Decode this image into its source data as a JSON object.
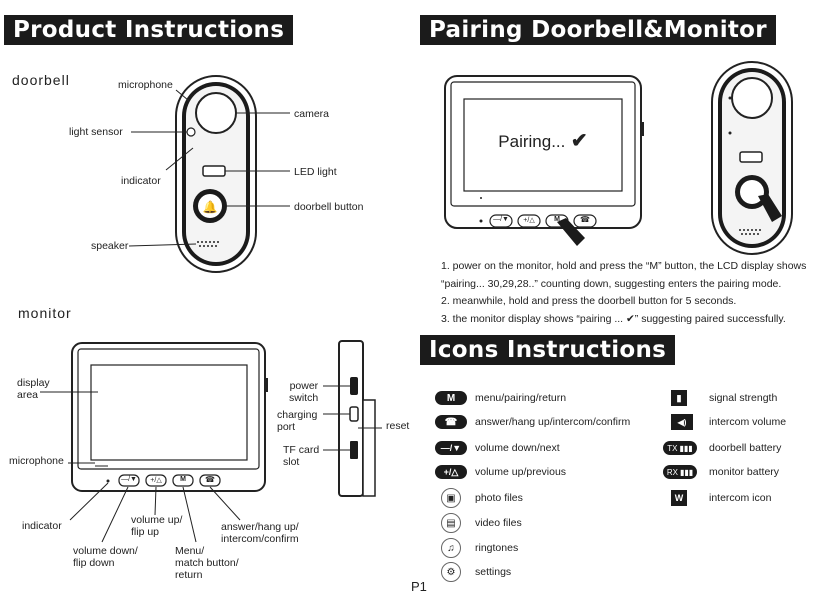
{
  "headers": {
    "product": "Product Instructions",
    "pairing": "Pairing Doorbell&Monitor",
    "icons": "Icons Instructions"
  },
  "doorbell": {
    "section": "doorbell",
    "labels": {
      "microphone": "microphone",
      "light_sensor": "light sensor",
      "indicator": "indicator",
      "speaker": "speaker",
      "camera": "camera",
      "led_light": "LED light",
      "doorbell_button": "doorbell button"
    }
  },
  "monitor": {
    "section": "monitor",
    "labels": {
      "display_area": "display\narea",
      "microphone": "microphone",
      "indicator": "indicator",
      "volume_down": "volume down/\nflip down",
      "volume_up": "volume up/\nflip up",
      "menu": "Menu/\nmatch button/\nreturn",
      "answer": "answer/hang up/\nintercom/confirm",
      "power_switch": "power\nswitch",
      "charging_port": "charging\nport",
      "tf_card": "TF card\nslot",
      "reset": "reset"
    },
    "button_glyphs": [
      "—/▼",
      "+/△",
      "M",
      "☎"
    ]
  },
  "pairing": {
    "screen_text": "Pairing...",
    "steps": [
      "1. power on the monitor, hold and press the “M” button, the LCD display shows",
      "“pairing... 30,29,28..” counting down, suggesting enters the pairing mode.",
      "2. meanwhile, hold and press the doorbell button for 5 seconds.",
      "3. the monitor display shows “pairing ... ✔” suggesting paired successfully."
    ]
  },
  "icons": {
    "left": [
      {
        "glyph": "M",
        "label": "menu/pairing/return",
        "kind": "pill"
      },
      {
        "glyph": "☎",
        "label": "answer/hang up/intercom/confirm",
        "kind": "pill"
      },
      {
        "glyph": "—/▼",
        "label": "volume down/next",
        "kind": "pill"
      },
      {
        "glyph": "+/△",
        "label": "volume up/previous",
        "kind": "pill"
      },
      {
        "glyph": "▣",
        "label": "photo files",
        "kind": "circle"
      },
      {
        "glyph": "▤",
        "label": "video files",
        "kind": "circle"
      },
      {
        "glyph": "♫",
        "label": "ringtones",
        "kind": "circle"
      },
      {
        "glyph": "⚙",
        "label": "settings",
        "kind": "circle"
      }
    ],
    "right": [
      {
        "glyph": "▮",
        "label": "signal strength",
        "kind": "square"
      },
      {
        "glyph": "◀)",
        "label": "intercom volume",
        "kind": "square"
      },
      {
        "glyph": "TX",
        "label": "doorbell battery",
        "kind": "battery"
      },
      {
        "glyph": "RX",
        "label": "monitor battery",
        "kind": "battery"
      },
      {
        "glyph": "W",
        "label": "intercom icon",
        "kind": "square"
      }
    ]
  },
  "page_number": "P1"
}
